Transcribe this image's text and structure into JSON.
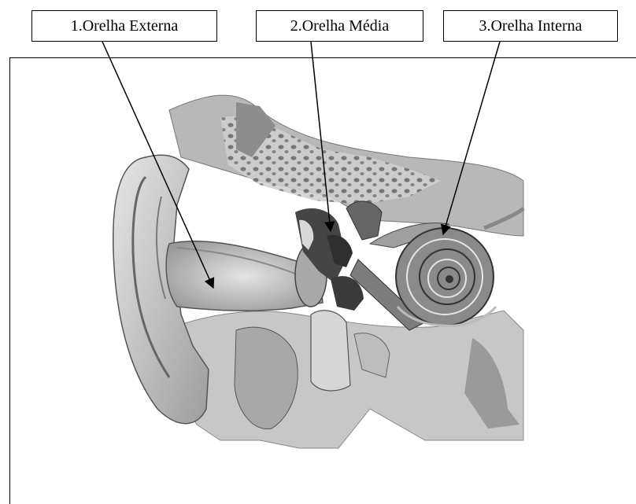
{
  "labels": [
    {
      "id": "1",
      "text": "1.Orelha Externa"
    },
    {
      "id": "2",
      "text": "2.Orelha Média"
    },
    {
      "id": "3",
      "text": "3.Orelha Interna"
    }
  ],
  "colors": {
    "line": "#000000",
    "illustration_light": "#d9d9d9",
    "illustration_mid": "#a8a8a8",
    "illustration_dark": "#555555"
  }
}
